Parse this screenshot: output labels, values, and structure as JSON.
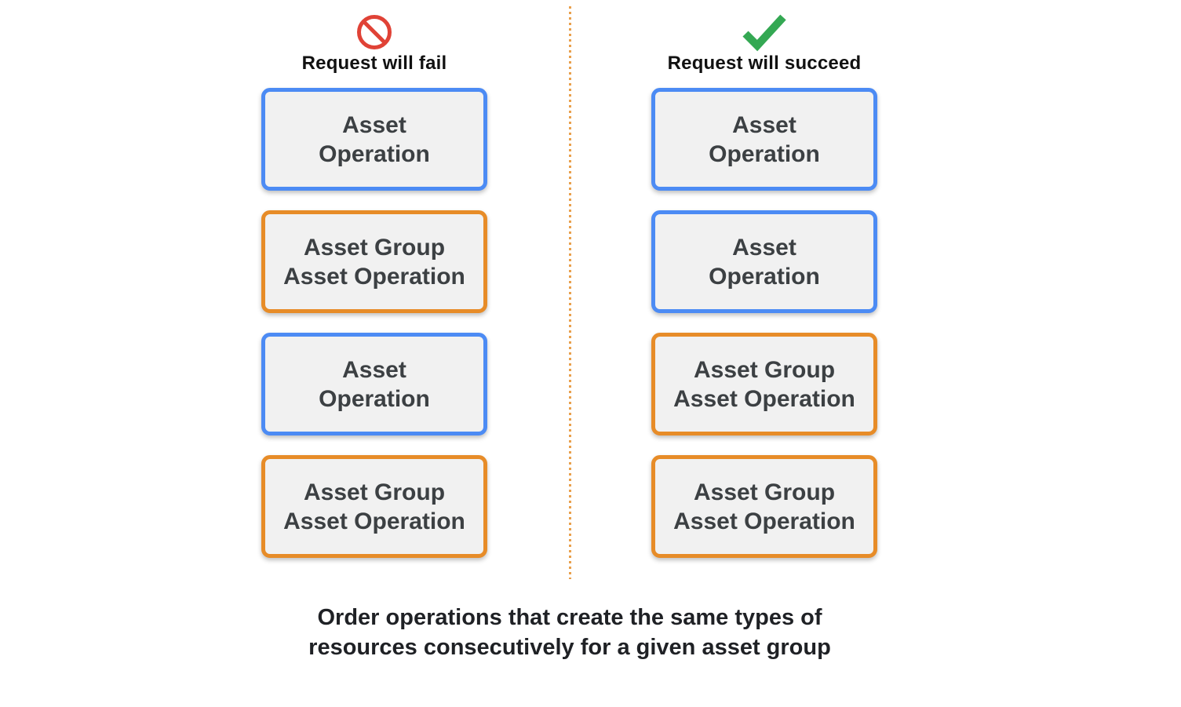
{
  "colors": {
    "blue": "#4C8BF4",
    "orange": "#E78C28",
    "box-fill": "#F1F1F1",
    "box-text": "#3C4043",
    "heading-text": "#111111",
    "caption-text": "#1F2125",
    "fail-red": "#E04236",
    "success-green": "#34A853",
    "divider-orange": "#E9A04C"
  },
  "fail_column": {
    "icon": "prohibition-icon",
    "title": "Request will fail",
    "boxes": [
      {
        "style": "blue",
        "line1": "Asset",
        "line2": "Operation"
      },
      {
        "style": "orange",
        "line1": "Asset Group",
        "line2": "Asset Operation"
      },
      {
        "style": "blue",
        "line1": "Asset",
        "line2": "Operation"
      },
      {
        "style": "orange",
        "line1": "Asset Group",
        "line2": "Asset Operation"
      }
    ]
  },
  "succeed_column": {
    "icon": "checkmark-icon",
    "title": "Request will succeed",
    "boxes": [
      {
        "style": "blue",
        "line1": "Asset",
        "line2": "Operation"
      },
      {
        "style": "blue",
        "line1": "Asset",
        "line2": "Operation"
      },
      {
        "style": "orange",
        "line1": "Asset Group",
        "line2": "Asset Operation"
      },
      {
        "style": "orange",
        "line1": "Asset Group",
        "line2": "Asset Operation"
      }
    ]
  },
  "caption": {
    "line1": "Order operations that create the same types of",
    "line2": "resources consecutively for a given asset group"
  }
}
